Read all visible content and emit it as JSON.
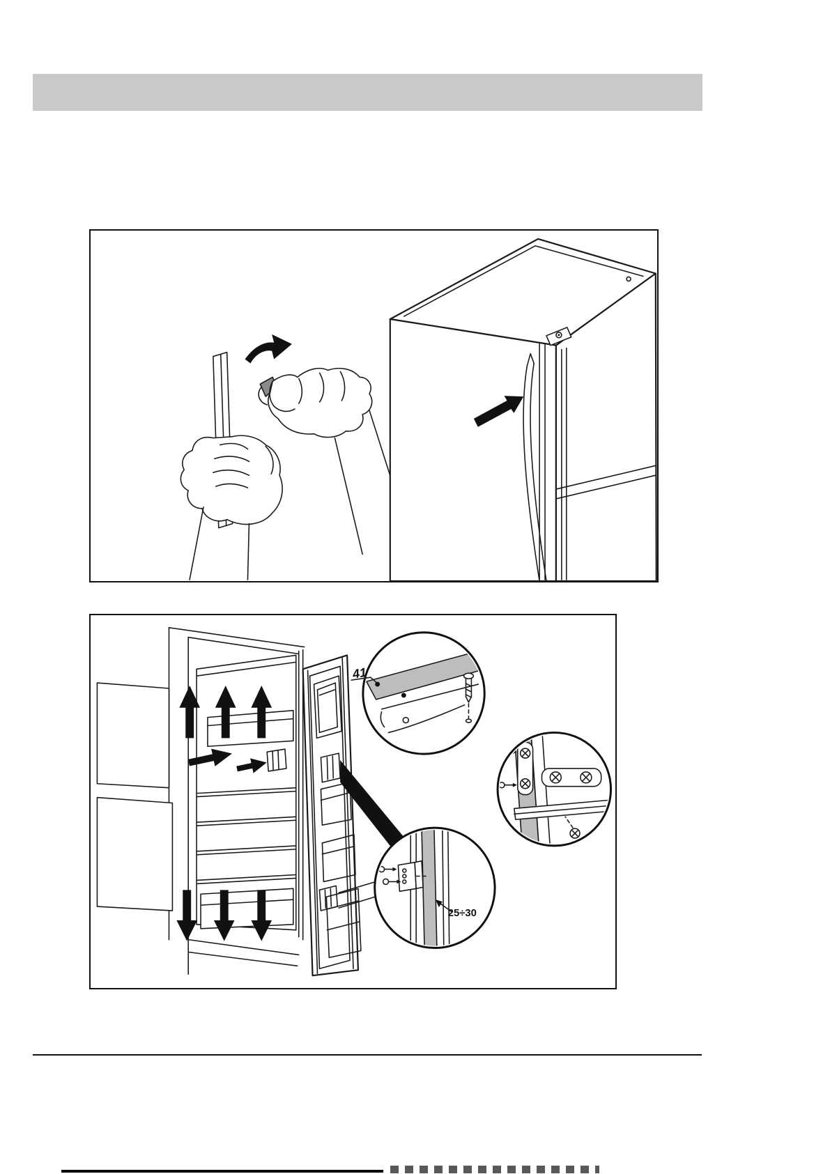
{
  "page": {
    "background": "#ffffff",
    "header_bar_color": "#c9c9c9",
    "panel_border_color": "#111111",
    "line_color": "#1a1a1a"
  },
  "figure_top": {
    "name": "sealing-strip-removal-and-insertion"
  },
  "figure_bottom": {
    "name": "door-shelves-and-mounting-brackets",
    "callout_door_top_label": "41",
    "callout_bracket_depth_label": "25÷30"
  }
}
